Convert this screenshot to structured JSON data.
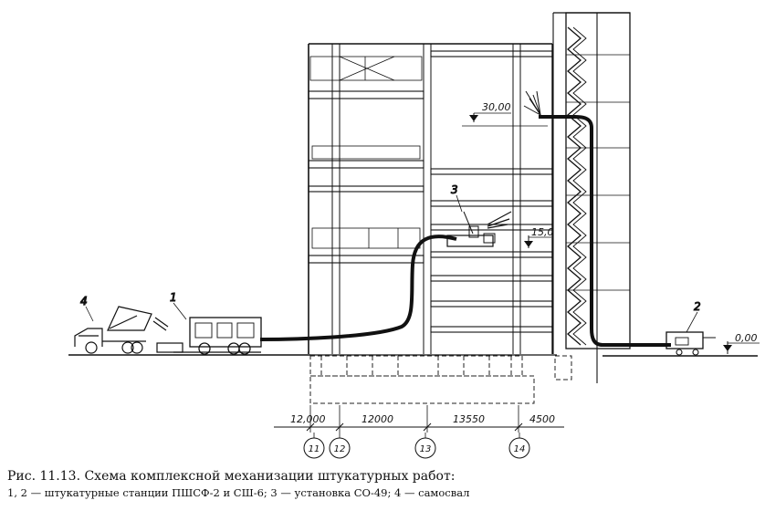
{
  "labels": {
    "station_1": "1",
    "station_2": "2",
    "unit_3": "3",
    "truck_4": "4"
  },
  "levels": {
    "top": "30,00",
    "middle": "15,0",
    "ground": "0,00"
  },
  "dimensions": [
    "12,000",
    "12000",
    "13550",
    "4500"
  ],
  "axes": [
    "11",
    "12",
    "13",
    "14"
  ],
  "caption": {
    "title": "Рис. 11.13. Схема комплексной механизации штукатурных работ:",
    "legend": "1, 2 — штукатурные станции ПШСФ-2 и СШ-6; 3 — установка СО-49; 4 — самосвал"
  }
}
